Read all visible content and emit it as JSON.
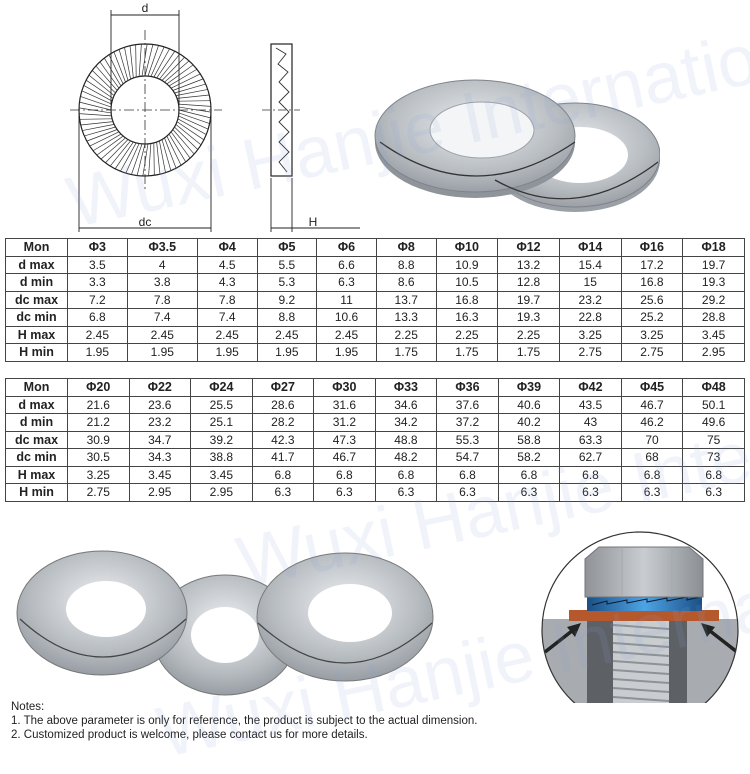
{
  "drawing": {
    "label_d": "d",
    "label_dc": "dc",
    "label_h": "H"
  },
  "watermark": "Wuxi Hanjie International",
  "table1": {
    "header": [
      "Mon",
      "Φ3",
      "Φ3.5",
      "Φ4",
      "Φ5",
      "Φ6",
      "Φ8",
      "Φ10",
      "Φ12",
      "Φ14",
      "Φ16",
      "Φ18"
    ],
    "rows": [
      {
        "label": "d max",
        "values": [
          "3.5",
          "4",
          "4.5",
          "5.5",
          "6.6",
          "8.8",
          "10.9",
          "13.2",
          "15.4",
          "17.2",
          "19.7"
        ]
      },
      {
        "label": "d min",
        "values": [
          "3.3",
          "3.8",
          "4.3",
          "5.3",
          "6.3",
          "8.6",
          "10.5",
          "12.8",
          "15",
          "16.8",
          "19.3"
        ]
      },
      {
        "label": "dc max",
        "values": [
          "7.2",
          "7.8",
          "7.8",
          "9.2",
          "11",
          "13.7",
          "16.8",
          "19.7",
          "23.2",
          "25.6",
          "29.2"
        ]
      },
      {
        "label": "dc min",
        "values": [
          "6.8",
          "7.4",
          "7.4",
          "8.8",
          "10.6",
          "13.3",
          "16.3",
          "19.3",
          "22.8",
          "25.2",
          "28.8"
        ]
      },
      {
        "label": "H max",
        "values": [
          "2.45",
          "2.45",
          "2.45",
          "2.45",
          "2.45",
          "2.25",
          "2.25",
          "2.25",
          "3.25",
          "3.25",
          "3.45"
        ]
      },
      {
        "label": "H min",
        "values": [
          "1.95",
          "1.95",
          "1.95",
          "1.95",
          "1.95",
          "1.75",
          "1.75",
          "1.75",
          "2.75",
          "2.75",
          "2.95"
        ]
      }
    ]
  },
  "table2": {
    "header": [
      "Mon",
      "Φ20",
      "Φ22",
      "Φ24",
      "Φ27",
      "Φ30",
      "Φ33",
      "Φ36",
      "Φ39",
      "Φ42",
      "Φ45",
      "Φ48"
    ],
    "rows": [
      {
        "label": "d max",
        "values": [
          "21.6",
          "23.6",
          "25.5",
          "28.6",
          "31.6",
          "34.6",
          "37.6",
          "40.6",
          "43.5",
          "46.7",
          "50.1"
        ]
      },
      {
        "label": "d min",
        "values": [
          "21.2",
          "23.2",
          "25.1",
          "28.2",
          "31.2",
          "34.2",
          "37.2",
          "40.2",
          "43",
          "46.2",
          "49.6"
        ]
      },
      {
        "label": "dc max",
        "values": [
          "30.9",
          "34.7",
          "39.2",
          "42.3",
          "47.3",
          "48.8",
          "55.3",
          "58.8",
          "63.3",
          "70",
          "75"
        ]
      },
      {
        "label": "dc min",
        "values": [
          "30.5",
          "34.3",
          "38.8",
          "41.7",
          "46.7",
          "48.2",
          "54.7",
          "58.2",
          "62.7",
          "68",
          "73"
        ]
      },
      {
        "label": "H max",
        "values": [
          "3.25",
          "3.45",
          "3.45",
          "6.8",
          "6.8",
          "6.8",
          "6.8",
          "6.8",
          "6.8",
          "6.8",
          "6.8"
        ]
      },
      {
        "label": "H min",
        "values": [
          "2.75",
          "2.95",
          "2.95",
          "6.3",
          "6.3",
          "6.3",
          "6.3",
          "6.3",
          "6.3",
          "6.3",
          "6.3"
        ]
      }
    ]
  },
  "notes": {
    "title": "Notes:",
    "items": [
      "1. The above parameter is only for reference, the product is subject to the actual dimension.",
      "2. Customized product is welcome, please contact us for more details."
    ]
  },
  "colors": {
    "steel": "#b9bec3",
    "washer_blue": "#2f7fc9",
    "copper": "#b8552a",
    "border": "#444444"
  }
}
